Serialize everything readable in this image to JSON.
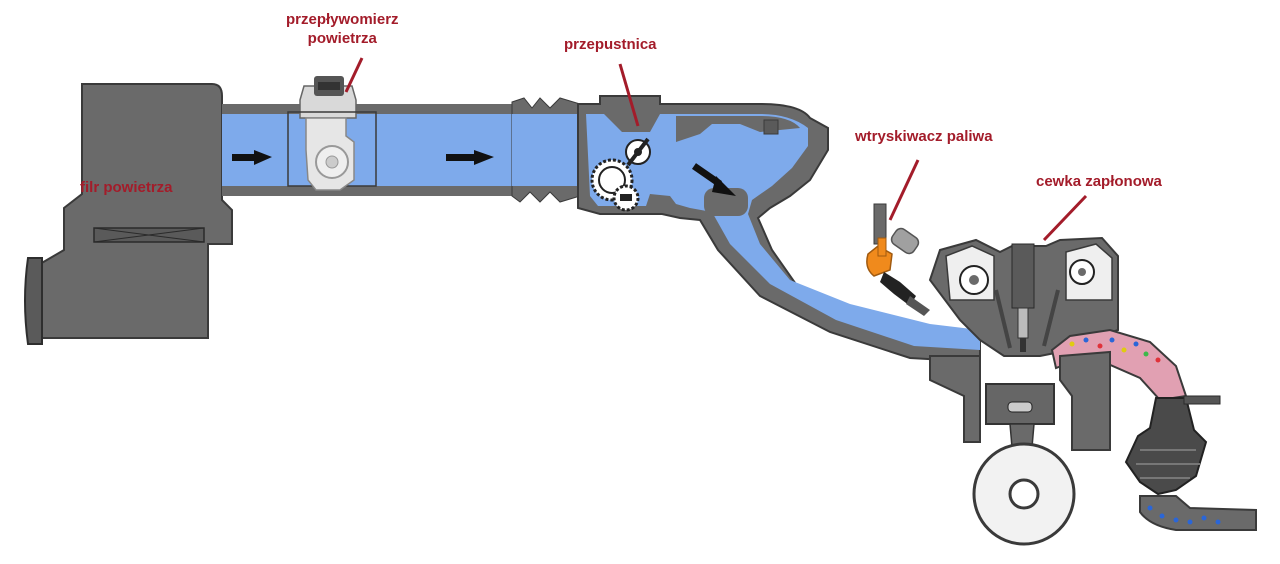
{
  "labels": {
    "air_filter": "filr powietrza",
    "maf_sensor_line1": "przepływomierz",
    "maf_sensor_line2": "powietrza",
    "throttle": "przepustnica",
    "fuel_injector": "wtryskiwacz paliwa",
    "ignition_coil": "cewka zapłonowa"
  },
  "colors": {
    "label_text": "#a31c2a",
    "air_flow": "#7eaaeb",
    "housing": "#6a6a6a",
    "housing_dark": "#3a3a3a",
    "fuel_injector": "#f08a1c",
    "exhaust_hot": "#e1a0b2",
    "sensor_body": "#d9d9d9"
  },
  "icons": {
    "flow_arrow": "arrow-right-icon"
  }
}
